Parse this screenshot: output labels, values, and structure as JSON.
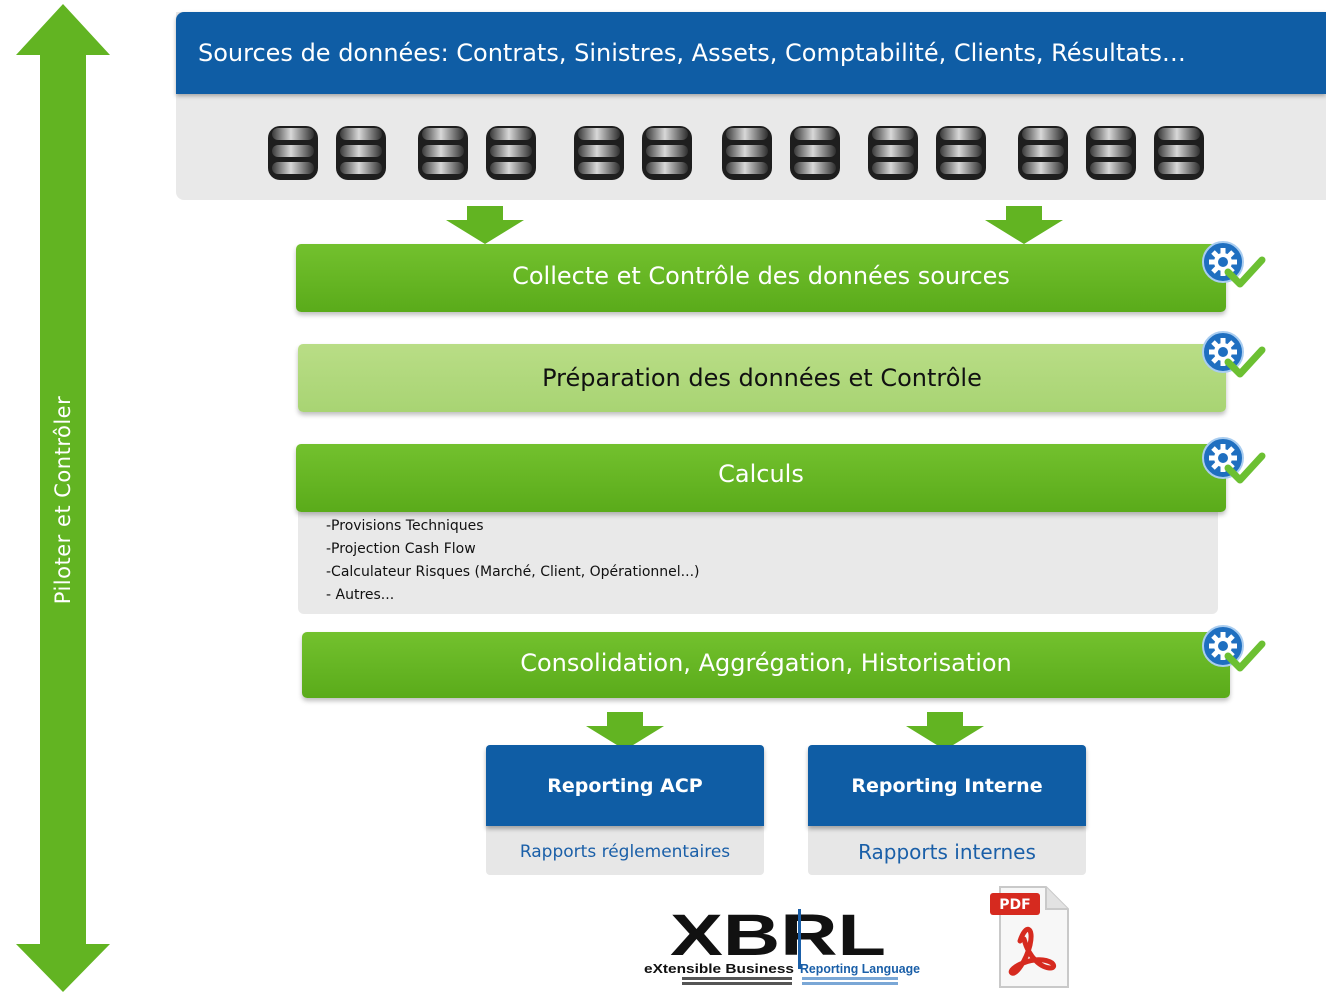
{
  "side": {
    "label": "Piloter et Contrôler"
  },
  "sources": {
    "title": "Sources de données: Contrats, Sinistres, Assets, Comptabilité, Clients, Résultats…"
  },
  "stages": [
    {
      "label": "Collecte et Contrôle des données sources"
    },
    {
      "label": "Préparation des données et Contrôle"
    },
    {
      "label": "Calculs"
    },
    {
      "label": "Consolidation, Aggrégation, Historisation"
    }
  ],
  "calculs": {
    "items": [
      "-Provisions Techniques",
      "-Projection Cash Flow",
      "-Calculateur Risques (Marché, Client, Opérationnel...)",
      "- Autres..."
    ]
  },
  "reporting": [
    {
      "title": "Reporting ACP",
      "subtitle": "Rapports réglementaires"
    },
    {
      "title": "Reporting Interne",
      "subtitle": "Rapports internes"
    }
  ],
  "logos": {
    "xbrl_mark": "XBRL",
    "xbrl_tagline_a": "eXtensible Business",
    "xbrl_tagline_b": "Reporting Language",
    "pdf_badge": "PDF"
  },
  "icons": {
    "stage_status": "gear-check-icon",
    "source_db": "database-icon",
    "flow": "down-arrow-icon",
    "side": "double-arrow-icon"
  },
  "colors": {
    "blue": "#0f5da5",
    "green": "#62b422",
    "light_green": "#add679",
    "panel_gray": "#e9e9e9"
  }
}
